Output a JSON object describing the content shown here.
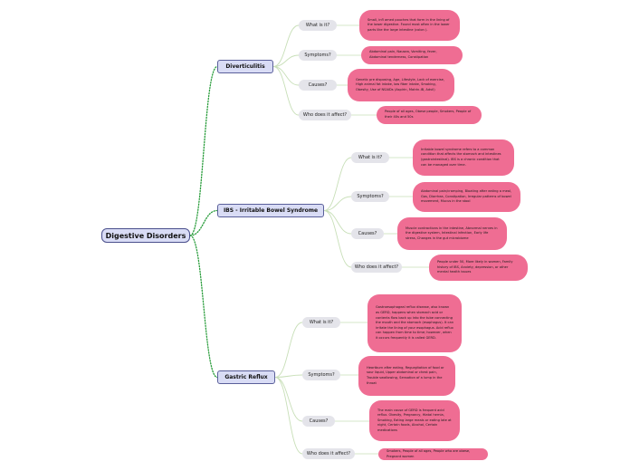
{
  "map": {
    "root": "Digestive Disorders",
    "colors": {
      "root_fill": "#d9dcf5",
      "topic_fill": "#d9dcf5",
      "question_fill": "#e4e4ea",
      "answer_fill": "#ef6d93",
      "green_link": "#2a9d3c",
      "gray_link": "#c8dfb8"
    },
    "topics": [
      {
        "title": "Diverticulitis",
        "branches": [
          {
            "q": "What is it?",
            "a": "Small, infl amed pouches that form in the lining of the lower digestive. Found most often in the lower parts like the large intestine (colon )."
          },
          {
            "q": "Symptoms?",
            "a": "Abdominal pain, Nausea, Vomiting, fever, Abdominal tenderness, Constipation"
          },
          {
            "q": "Causes?",
            "a": "Genetic pre disposing, Age, Lifestyle, Lack of exercise, High animal fat intake, low fiber intake, Smoking, Obesity, Use of NSAIDs (Aspirin, Motrin-IB, Advil)"
          },
          {
            "q": "Who does it affect?",
            "a": "People of all ages, Obese people, Smokers, People of their 40s and 50s"
          }
        ]
      },
      {
        "title": "IBS - Irritable Bowel Syndrome",
        "branches": [
          {
            "q": "What is it?",
            "a": "Irritable bowel syndrome refers to a common condition that affects the stomach and intestines (gastrointestinal). IBS is a chronic condition that can be managed over time."
          },
          {
            "q": "Symptoms?",
            "a": "Abdominal pain/cramping, Bloating after eating a meal, Gas, Diarrhea, Constipation, Irregular patterns of bowel movement, Mucus in the stool"
          },
          {
            "q": "Causes?",
            "a": "Muscle contractions in the intestine, Abnormal nerves in the digestive system, Intestinal infection, Early life stress, Changes in the gut microbiome"
          },
          {
            "q": "Who does it affect?",
            "a": "People under 50, More likely in women, Family history of IBS, Anxiety, depression, or other mental health issues"
          }
        ]
      },
      {
        "title": "Gastric Reflux",
        "branches": [
          {
            "q": "What is it?",
            "a": "Gastroesophageal reflux disease, also known as GERD, happens when stomach acid or contents flow back up into the tube connecting the mouth and the stomach (esophagus). It can irritate the lining of your esophagus. Acid reflux can happen from time to time; however, when it occurs frequently it is called GERD."
          },
          {
            "q": "Symptoms?",
            "a": "Heartburn after eating, Regurgitation of food or sour liquid, Upper abdominal or chest pain, Trouble swallowing, Sensation of a lump in the throat"
          },
          {
            "q": "Causes?",
            "a": "The main cause of GERD is frequent acid reflux. Obesity, Pregnancy, Hiatal hernia, Smoking, Eating large meals or eating late at night, Certain foods, Alcohol, Certain medications"
          },
          {
            "q": "Who does it affect?",
            "a": "Smokers, People of all ages, People who are obese, Pregnant women"
          }
        ]
      }
    ]
  }
}
